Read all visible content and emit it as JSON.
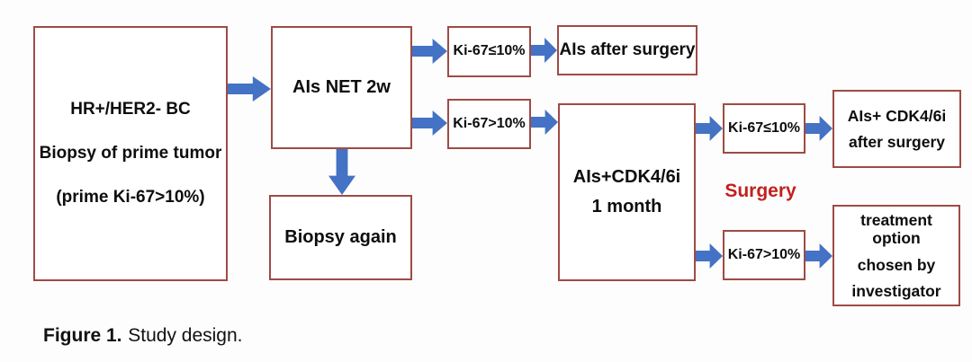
{
  "palette": {
    "box_border": "#9e4b45",
    "arrow_blue": "#4472c4",
    "surgery_red": "#c0211f",
    "text_ink": "#0d0d0d"
  },
  "flowchart": {
    "primary": {
      "lines": [
        "HR+/HER2- BC",
        "Biopsy of prime tumor",
        "(prime Ki-67>10%)"
      ]
    },
    "ais_net": {
      "label": "AIs NET 2w"
    },
    "ki67_le10_first": {
      "label": "Ki-67≤10%"
    },
    "ki67_gt10_first": {
      "label": "Ki-67>10%"
    },
    "biopsy_again": {
      "label": "Biopsy again"
    },
    "ais_after_surgery": {
      "label": "AIs after surgery"
    },
    "ais_cdk_1month": {
      "lines": [
        "AIs+CDK4/6i",
        "1 month"
      ]
    },
    "ki67_le10_second": {
      "label": "Ki-67≤10%"
    },
    "surgery_label": "Surgery",
    "ki67_gt10_second": {
      "label": "Ki-67>10%"
    },
    "ais_cdk_after_surgery": {
      "lines": [
        "AIs+ CDK4/6i",
        "after surgery"
      ]
    },
    "treatment_option": {
      "lines": [
        "treatment option",
        "chosen by",
        "investigator"
      ]
    }
  },
  "caption": {
    "prefix": "Figure 1.",
    "text": "Study design."
  }
}
